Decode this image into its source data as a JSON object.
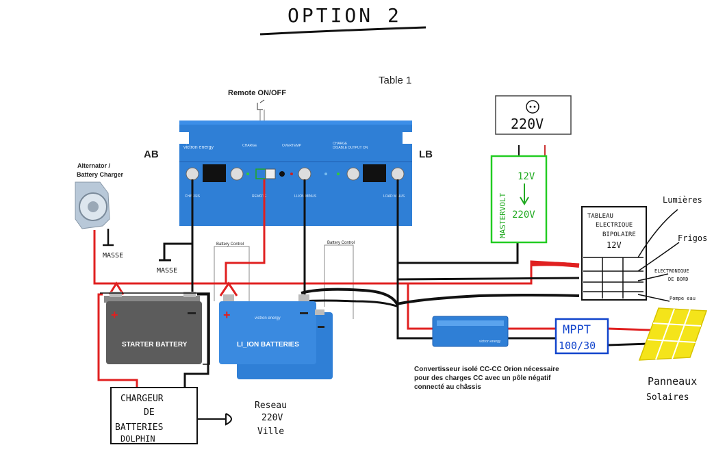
{
  "title": "OPTION 2",
  "table_label": "Table 1",
  "remote_label": "Remote ON/OFF",
  "ab_label": "AB",
  "lb_label": "LB",
  "alternator_label_1": "Alternator /",
  "alternator_label_2": "Battery Charger",
  "masse_1": "MASSE",
  "masse_2": "MASSE",
  "victron_brand": "victron energy",
  "victron_small_1": "CHARGE",
  "victron_small_2": "OVERTEMP",
  "victron_small_3": "CHARGE",
  "victron_small_4": "DISABLE",
  "victron_small_5": "OUTPUT ON",
  "victron_bottom_1": "CHASSIS",
  "victron_bottom_2": "REMOTE",
  "victron_bottom_3": "LI-ION MINUS",
  "victron_bottom_4": "LOAD MINUS",
  "battery_control_1": "Battery Control",
  "battery_control_2": "Battery Control",
  "starter_battery": "STARTER BATTERY",
  "li_ion": "LI_ION BATTERIES",
  "outlet_label": "220V",
  "mastervolt_label": "MASTERVOLT",
  "mastervolt_in": "12V",
  "mastervolt_out": "220V",
  "tableau_lines": [
    "TABLEAU",
    "ELECTRIQUE",
    "BIPOLAIRE",
    "12V"
  ],
  "lumieres": "Lumières",
  "frigos": "Frigos",
  "electronique_1": "ELECTRONIQUE",
  "electronique_2": "DE BORD",
  "pompe": "Pompe eau",
  "mppt_1": "MPPT",
  "mppt_2": "100/30",
  "panneaux_1": "Panneaux",
  "panneaux_2": "Solaires",
  "orion_caption": [
    "Convertisseur isolé CC-CC Orion nécessaire",
    "pour des charges CC avec un pôle négatif",
    "connecté au châssis"
  ],
  "orion_small": "victron energy",
  "chargeur_lines": [
    "CHARGEUR",
    "DE",
    "BATTERIES",
    "DOLPHIN"
  ],
  "reseau_lines": [
    "Reseau",
    "220V",
    "Ville"
  ],
  "colors": {
    "victron_blue": "#2f7fd6",
    "wire_red": "#e02020",
    "wire_black": "#111111",
    "mastervolt_green": "#22cc22",
    "mppt_blue": "#1144cc",
    "solar_yellow": "#f4e41a",
    "battery_gray": "#5c5c5c"
  }
}
